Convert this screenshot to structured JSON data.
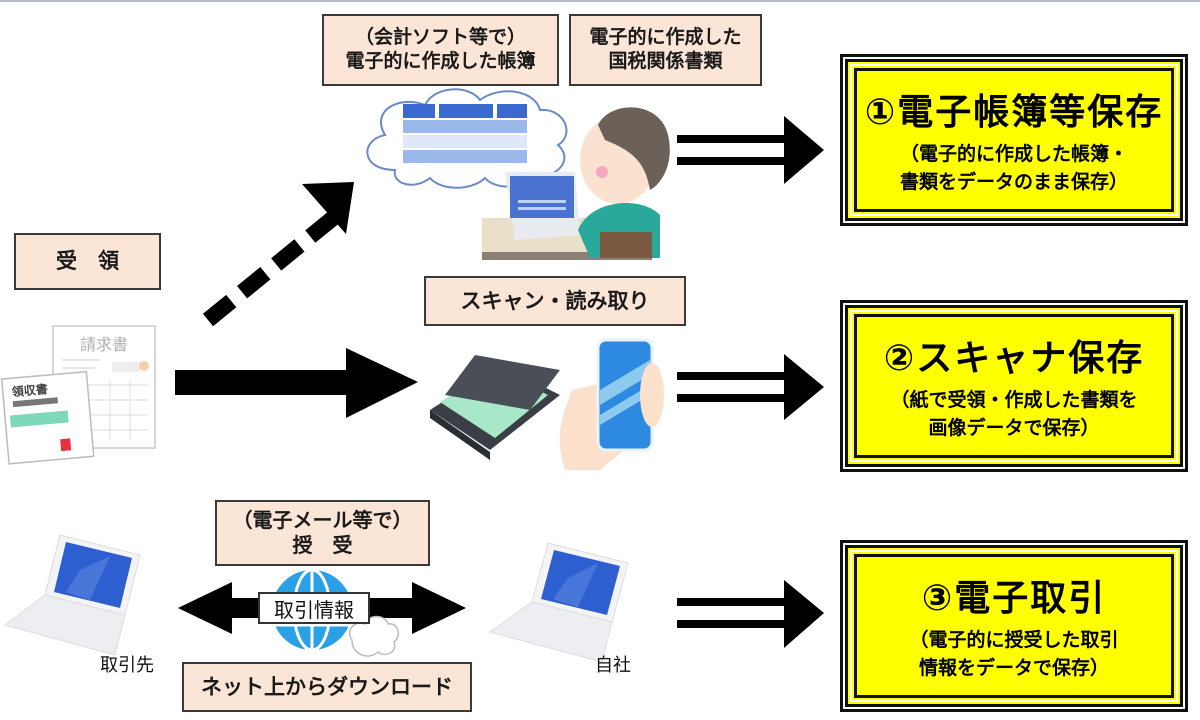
{
  "colors": {
    "label_bg": "#fbe5d6",
    "result_bg": "#ffff00",
    "arrow": "#000000",
    "screen_blue": "#2f5fd0",
    "globe_blue": "#2aa0e6"
  },
  "labels": {
    "software_books": [
      "（会計ソフト等で）",
      "電子的に作成した帳簿"
    ],
    "tax_documents": [
      "電子的に作成した",
      "国税関係書類"
    ],
    "received": "受　領",
    "scan_read": "スキャン・読み取り",
    "email_exchange": [
      "（電子メール等で）",
      "授　受"
    ],
    "transaction_info": "取引情報",
    "net_download": "ネット上からダウンロード",
    "counterparty": "取引先",
    "own_company": "自社"
  },
  "results": [
    {
      "title": "①電子帳簿等保存",
      "desc": [
        "（電子的に作成した帳簿・",
        "書類をデータのまま保存）"
      ]
    },
    {
      "title": "②スキャナ保存",
      "desc": [
        "（紙で受領・作成した書類を",
        "画像データで保存）"
      ]
    },
    {
      "title": "③電子取引",
      "desc": [
        "（電子的に授受した取引",
        "情報をデータで保存）"
      ]
    }
  ],
  "illustrations": {
    "invoice_title": "請求書",
    "receipt_title": "領収書"
  }
}
